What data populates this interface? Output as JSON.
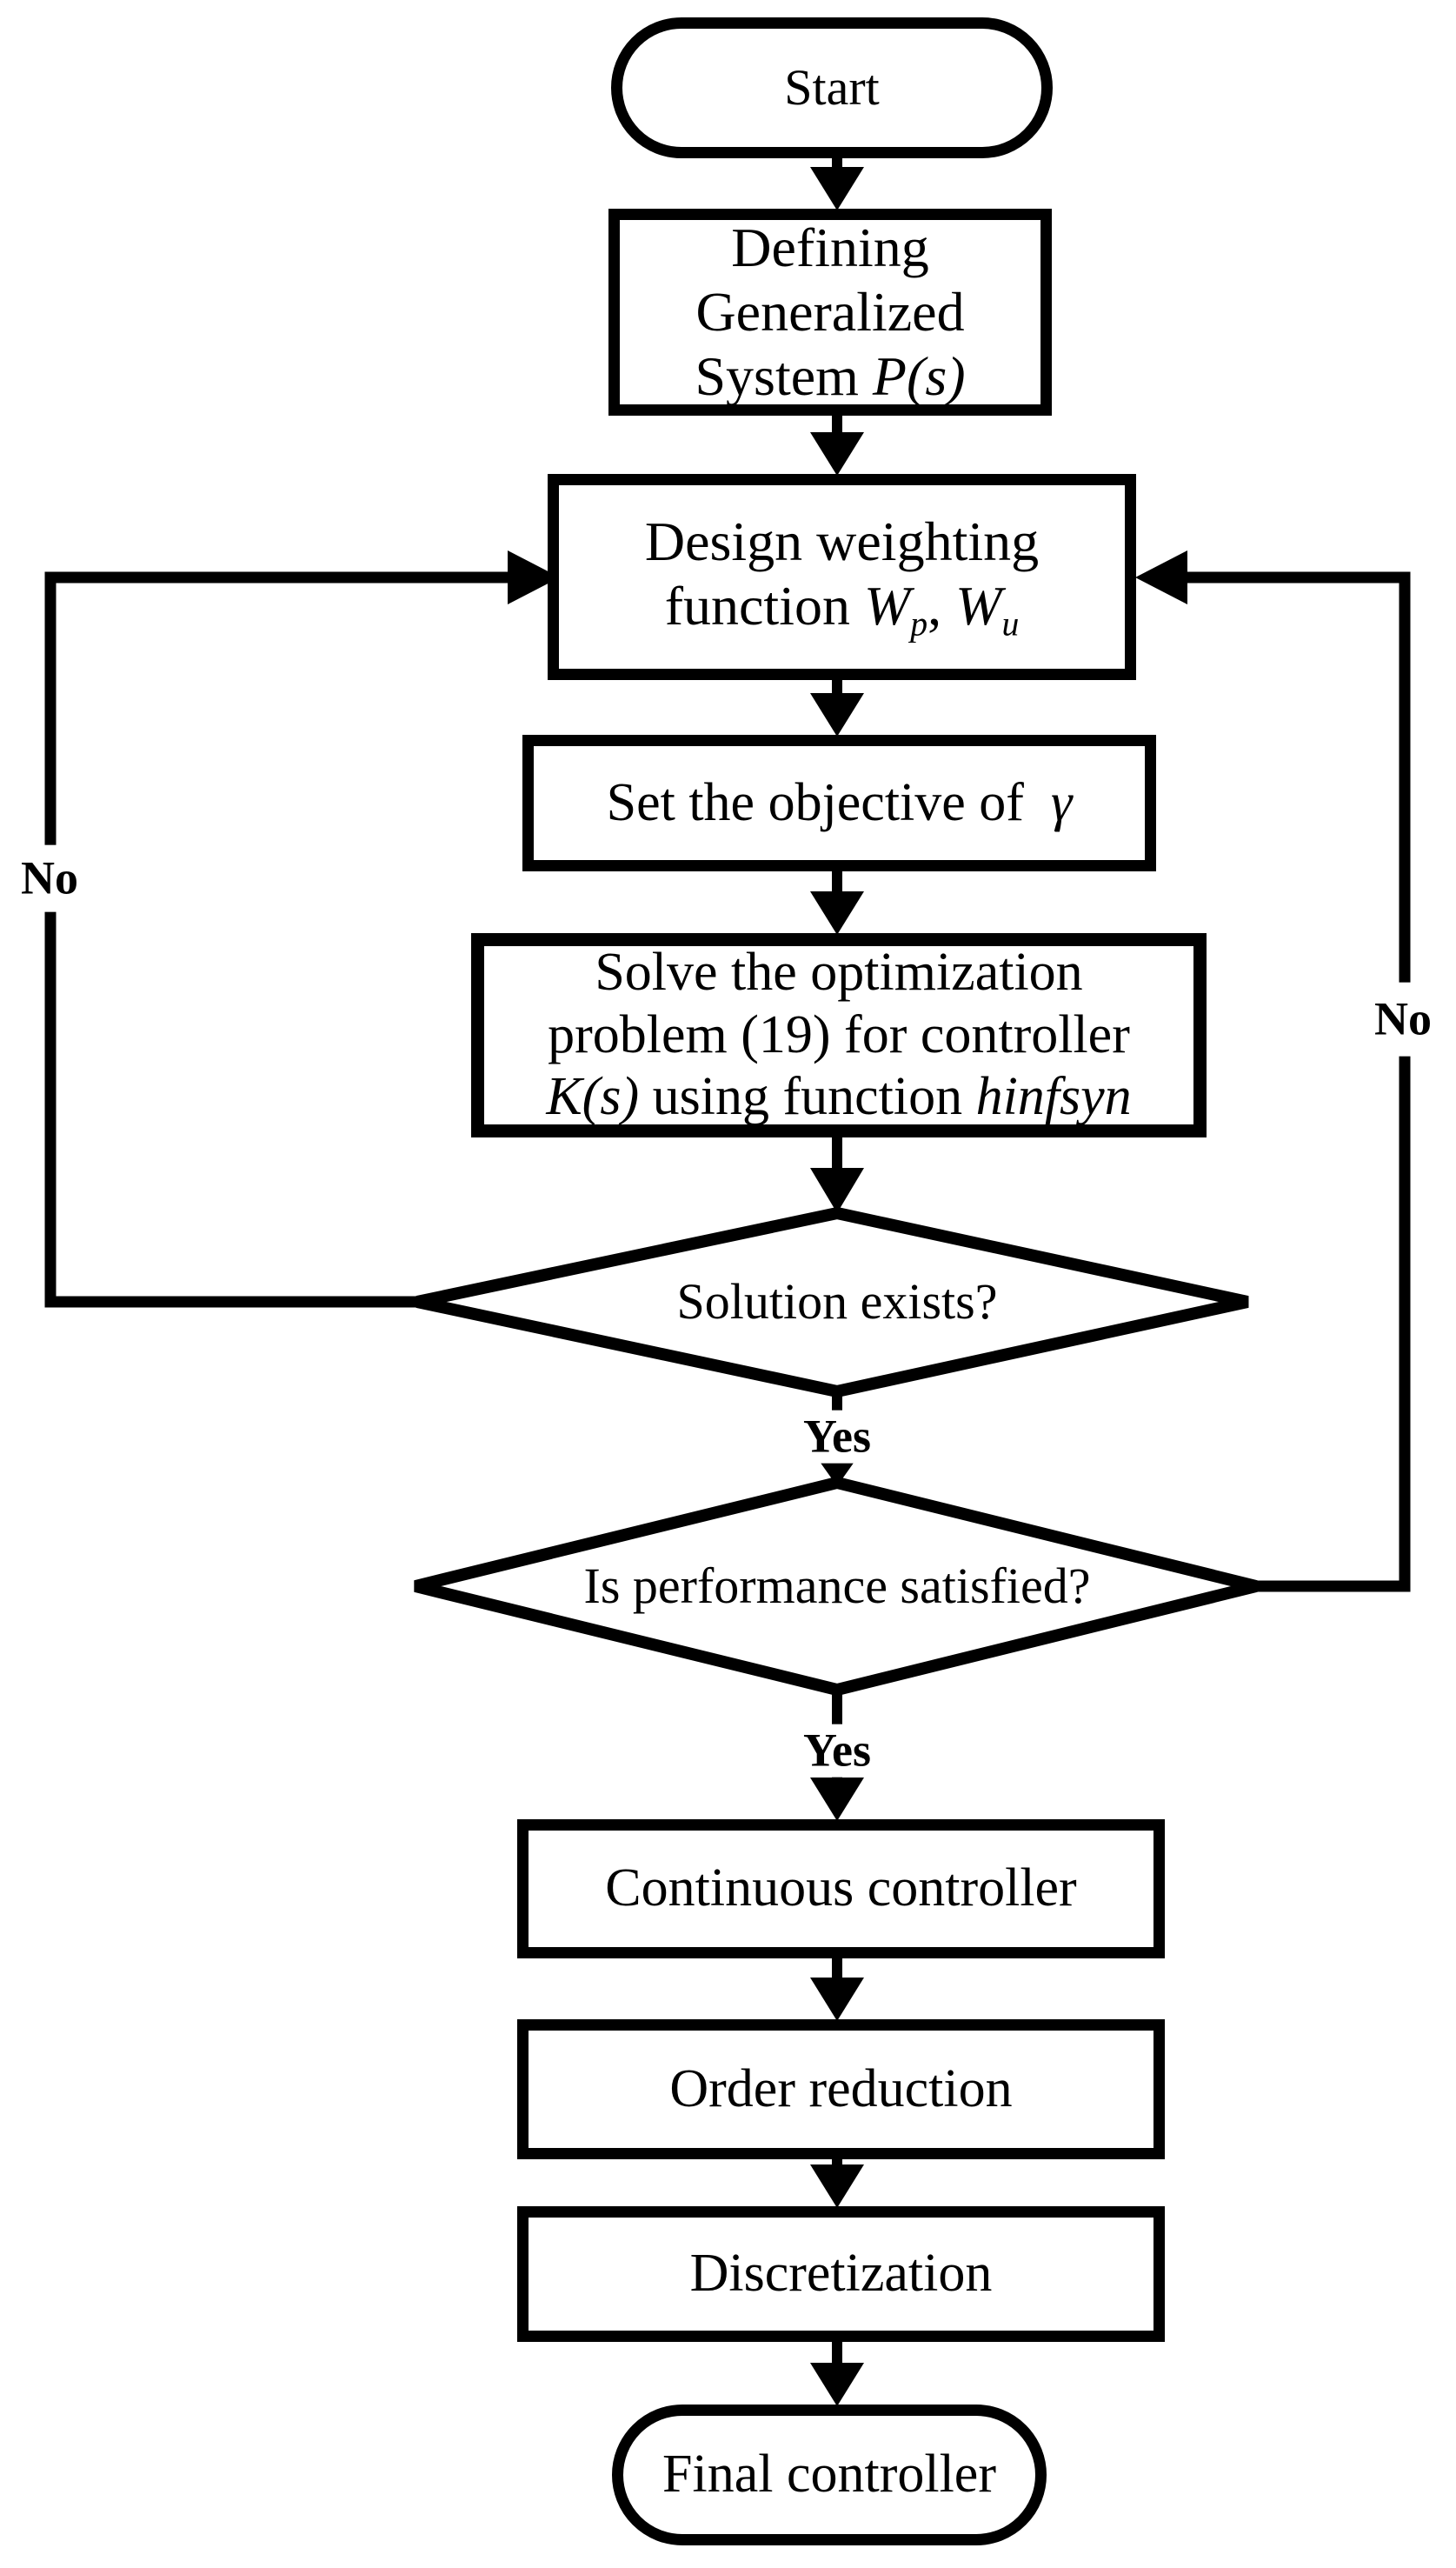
{
  "figure": {
    "type": "flowchart",
    "description": "H-infinity controller design procedure flowchart",
    "ink_color": "#000000",
    "background_color": "#ffffff"
  },
  "nodes": {
    "start": {
      "shape": "terminator",
      "lines": [
        [
          {
            "t": "Start"
          }
        ]
      ]
    },
    "define_system": {
      "shape": "process",
      "lines": [
        [
          {
            "t": "Defining"
          }
        ],
        [
          {
            "t": "Generalized"
          }
        ],
        [
          {
            "t": "System "
          },
          {
            "t": "P(s)",
            "i": true
          }
        ]
      ]
    },
    "design_weighting": {
      "shape": "process",
      "lines": [
        [
          {
            "t": "Design weighting"
          }
        ],
        [
          {
            "t": "function "
          },
          {
            "t": "W",
            "i": true
          },
          {
            "t": "p",
            "i": true,
            "s": true
          },
          {
            "t": ", "
          },
          {
            "t": "W",
            "i": true
          },
          {
            "t": "u",
            "i": true,
            "s": true
          }
        ]
      ]
    },
    "set_objective": {
      "shape": "process",
      "lines": [
        [
          {
            "t": "Set the objective of  "
          },
          {
            "t": "γ",
            "i": true
          }
        ]
      ]
    },
    "solve_optimization": {
      "shape": "process",
      "lines": [
        [
          {
            "t": "Solve the optimization"
          }
        ],
        [
          {
            "t": "problem (19) for controller"
          }
        ],
        [
          {
            "t": "K(s)",
            "i": true
          },
          {
            "t": " using function "
          },
          {
            "t": "hinfsyn",
            "i": true
          }
        ]
      ]
    },
    "solution_exists": {
      "shape": "decision",
      "lines": [
        [
          {
            "t": "Solution exists?"
          }
        ]
      ]
    },
    "performance_satisfied": {
      "shape": "decision",
      "lines": [
        [
          {
            "t": "Is performance satisfied?"
          }
        ]
      ]
    },
    "continuous_controller": {
      "shape": "process",
      "lines": [
        [
          {
            "t": "Continuous controller"
          }
        ]
      ]
    },
    "order_reduction": {
      "shape": "process",
      "lines": [
        [
          {
            "t": "Order reduction"
          }
        ]
      ]
    },
    "discretization": {
      "shape": "process",
      "lines": [
        [
          {
            "t": "Discretization"
          }
        ]
      ]
    },
    "final_controller": {
      "shape": "terminator",
      "lines": [
        [
          {
            "t": "Final controller"
          }
        ]
      ]
    }
  },
  "edge_labels": {
    "yes_solution": "Yes",
    "yes_performance": "Yes",
    "no_solution": "No",
    "no_performance": "No"
  }
}
